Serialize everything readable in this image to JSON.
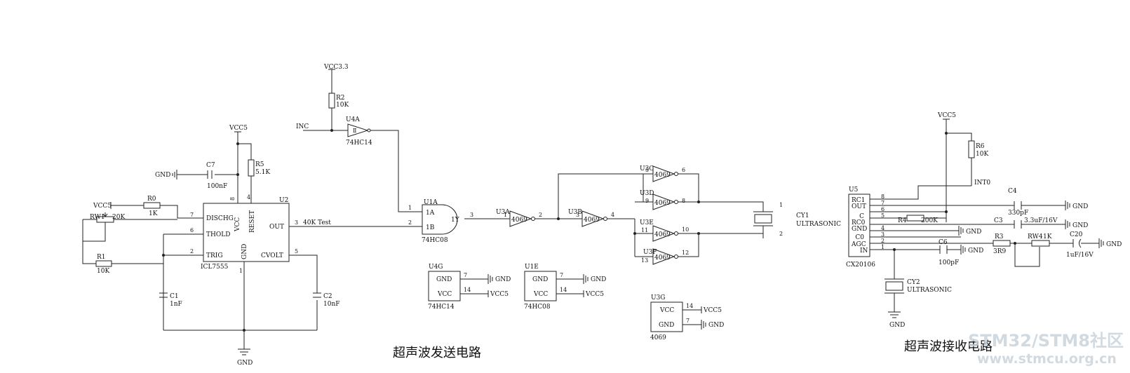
{
  "titles": {
    "transmitter": "超声波发送电路",
    "receiver": "超声波接收电路"
  },
  "watermark": {
    "line1": "STM32/STM8社区",
    "line2": "www.stmcu.org.cn"
  },
  "nets": {
    "vcc33": "VCC3.3",
    "vcc5": "VCC5",
    "inc": "INC",
    "gnd": "GND",
    "int0": "INT0",
    "test": "40K  Test"
  },
  "u2": {
    "ref": "U2",
    "part": "ICL7555",
    "pins": {
      "dischg": "DISCHG",
      "thold": "THOLD",
      "trig": "TRIG",
      "out": "OUT",
      "cvolt": "CVOLT",
      "vcc": "VCC",
      "reset": "RESET",
      "gnd": "GND"
    },
    "pin_numbers": {
      "p7": "7",
      "p6": "6",
      "p2": "2",
      "p3": "3",
      "p5": "5",
      "p8": "8",
      "p4": "4",
      "p1": "1"
    }
  },
  "components": {
    "r0": {
      "ref": "R0",
      "value": "1K"
    },
    "r1": {
      "ref": "R1",
      "value": "10K"
    },
    "rw1": {
      "ref": "RW1",
      "value": "20K"
    },
    "r5": {
      "ref": "R5",
      "value": "5.1K"
    },
    "c7": {
      "ref": "C7",
      "value": "100nF"
    },
    "c1": {
      "ref": "C1",
      "value": "1nF"
    },
    "c2": {
      "ref": "C2",
      "value": "10nF"
    },
    "r2": {
      "ref": "R2",
      "value": "10K"
    },
    "cy1": {
      "ref": "CY1",
      "value": "ULTRASONIC"
    },
    "cy2": {
      "ref": "CY2",
      "value": "ULTRASONIC"
    },
    "r6": {
      "ref": "R6",
      "value": "10K"
    },
    "r4": {
      "ref": "R4",
      "value": "200K"
    },
    "r3": {
      "ref": "R3",
      "value": "3R9"
    },
    "rw4": {
      "ref": "RW4",
      "value": "1K"
    },
    "c4": {
      "ref": "C4",
      "value": "330pF"
    },
    "c3": {
      "ref": "C3",
      "value": "3.3uF/16V"
    },
    "c6": {
      "ref": "C6",
      "value": "100pF"
    },
    "c20": {
      "ref": "C20",
      "value": "1uF/16V"
    }
  },
  "gates": {
    "u4a": {
      "ref": "U4A",
      "part": "74HC14"
    },
    "u1a": {
      "ref": "U1A",
      "part": "74HC08",
      "in1": "1A",
      "in2": "1B",
      "out": "1Y",
      "p1": "1",
      "p2": "2",
      "p3": "3"
    },
    "u3a": {
      "ref": "U3A",
      "part": "4069",
      "pin_in": "1",
      "pin_out": "2"
    },
    "u3b": {
      "ref": "U3B",
      "part": "4069",
      "pin_in": "3",
      "pin_out": "4"
    },
    "u3c": {
      "ref": "U3C",
      "part": "4069",
      "pin_in": "5",
      "pin_out": "6"
    },
    "u3d": {
      "ref": "U3D",
      "part": "4069",
      "pin_in": "9",
      "pin_out": "8"
    },
    "u3e": {
      "ref": "U3E",
      "part": "4069",
      "pin_in": "11",
      "pin_out": "10"
    },
    "u3f": {
      "ref": "U3F",
      "part": "4069",
      "pin_in": "13",
      "pin_out": "12"
    }
  },
  "power_blocks": {
    "u4g": {
      "ref": "U4G",
      "part": "74HC14",
      "gnd": "GND",
      "vcc": "VCC",
      "pin_gnd": "7",
      "pin_vcc": "14"
    },
    "u1e": {
      "ref": "U1E",
      "part": "74HC08",
      "gnd": "GND",
      "vcc": "VCC",
      "pin_gnd": "7",
      "pin_vcc": "14"
    },
    "u3g": {
      "ref": "U3G",
      "part": "4069",
      "gnd": "GND",
      "vcc": "VCC",
      "pin_gnd": "7",
      "pin_vcc": "14"
    }
  },
  "u5": {
    "ref": "U5",
    "part": "CX20106",
    "pins": [
      "RC1",
      "OUT",
      "C",
      "RC0",
      "GND",
      "C0",
      "AGC",
      "IN"
    ],
    "pin_numbers": [
      "8",
      "7",
      "6",
      "5",
      "4",
      "3",
      "2",
      "1"
    ]
  },
  "cy_pins": {
    "p1": "1",
    "p2": "2"
  }
}
